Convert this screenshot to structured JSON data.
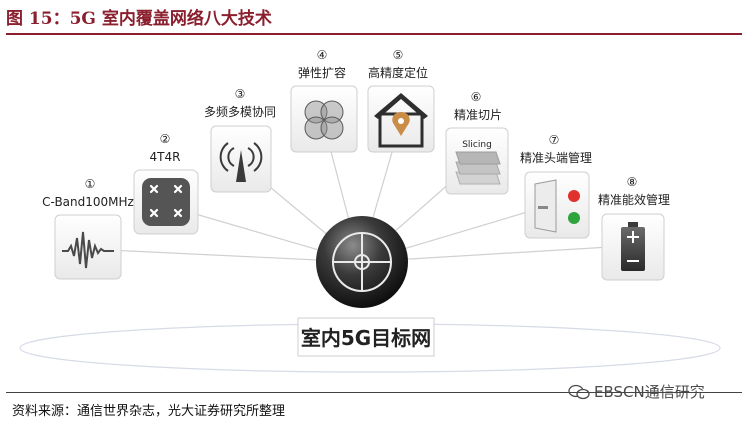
{
  "figure_title": "图 15：5G 室内覆盖网络八大技术",
  "center": {
    "label": "室内5G目标网"
  },
  "nodes": [
    {
      "number": "①",
      "label": "C-Band100MHz",
      "icon": "waveform-icon"
    },
    {
      "number": "②",
      "label": "4T4R",
      "icon": "antenna-array-icon"
    },
    {
      "number": "③",
      "label": "多频多模协同",
      "icon": "signal-tower-icon"
    },
    {
      "number": "④",
      "label": "弹性扩容",
      "icon": "overlapping-circles-icon"
    },
    {
      "number": "⑤",
      "label": "高精度定位",
      "icon": "house-location-icon"
    },
    {
      "number": "⑥",
      "label": "精准切片",
      "icon": "slicing-layers-icon",
      "inner_text": "Slicing"
    },
    {
      "number": "⑦",
      "label": "精准头端管理",
      "icon": "head-end-device-icon"
    },
    {
      "number": "⑧",
      "label": "精准能效管理",
      "icon": "battery-icon"
    }
  ],
  "source": "资料来源：通信世界杂志，光大证券研究所整理",
  "watermark": "EBSCN通信研究",
  "colors": {
    "title": "#8a1f2e",
    "node_dark": "#4a4a4a",
    "red_light": "#e0312f",
    "green_light": "#2ea43d"
  }
}
